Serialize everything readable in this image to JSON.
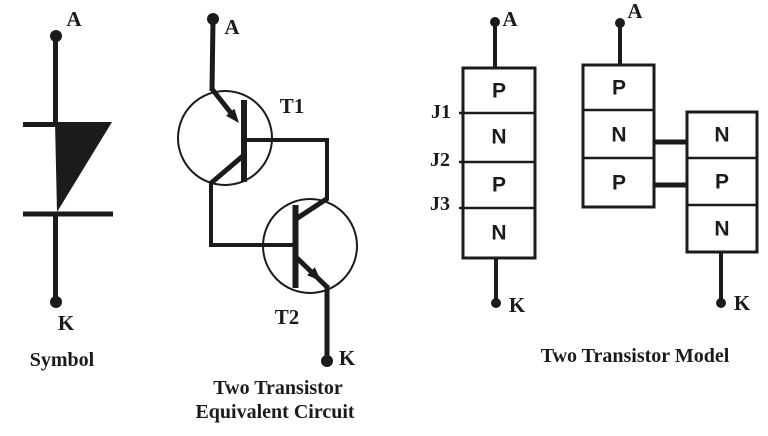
{
  "colors": {
    "ink": "#1b1b1b",
    "bg": "#ffffff"
  },
  "symbol": {
    "anode_label": "A",
    "cathode_label": "K",
    "caption": "Symbol"
  },
  "equivalent_circuit": {
    "anode_label": "A",
    "cathode_label": "K",
    "transistor1_label": "T1",
    "transistor2_label": "T2",
    "caption_line1": "Two Transistor",
    "caption_line2": "Equivalent Circuit"
  },
  "model": {
    "caption": "Two Transistor Model",
    "pnpn_stack": {
      "anode_label": "A",
      "cathode_label": "K",
      "layers": [
        "P",
        "N",
        "P",
        "N"
      ],
      "junction_labels": [
        "J1",
        "J2",
        "J3"
      ]
    },
    "split_stack": {
      "anode_label": "A",
      "cathode_label": "K",
      "left_layers": [
        "P",
        "N",
        "P"
      ],
      "right_layers": [
        "N",
        "P",
        "N"
      ]
    }
  }
}
